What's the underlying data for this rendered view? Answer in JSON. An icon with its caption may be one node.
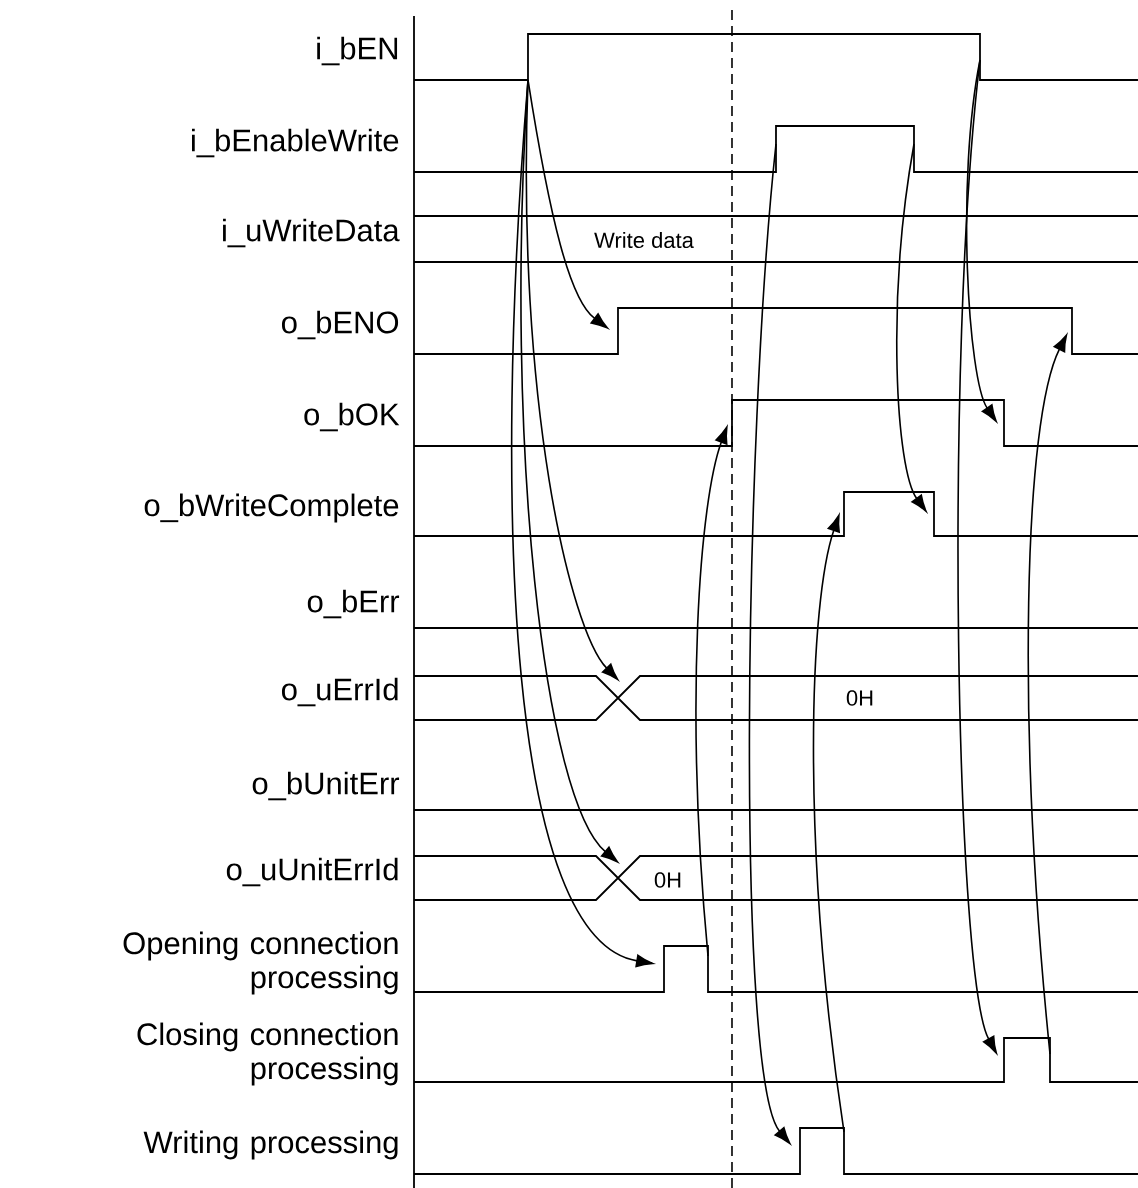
{
  "diagram": {
    "labels": [
      "i_bEN",
      "i_bEnableWrite",
      "i_uWriteData",
      "Write data",
      "o_bENO",
      "o_bOK",
      "o_bWriteComplete",
      "o_bErr",
      "o_uErrId",
      "0H",
      "o_bUnitErr",
      "o_uUnitErrId",
      "0H",
      "Opening connection processing",
      "Closing connection processing",
      "Writing processing"
    ]
  }
}
